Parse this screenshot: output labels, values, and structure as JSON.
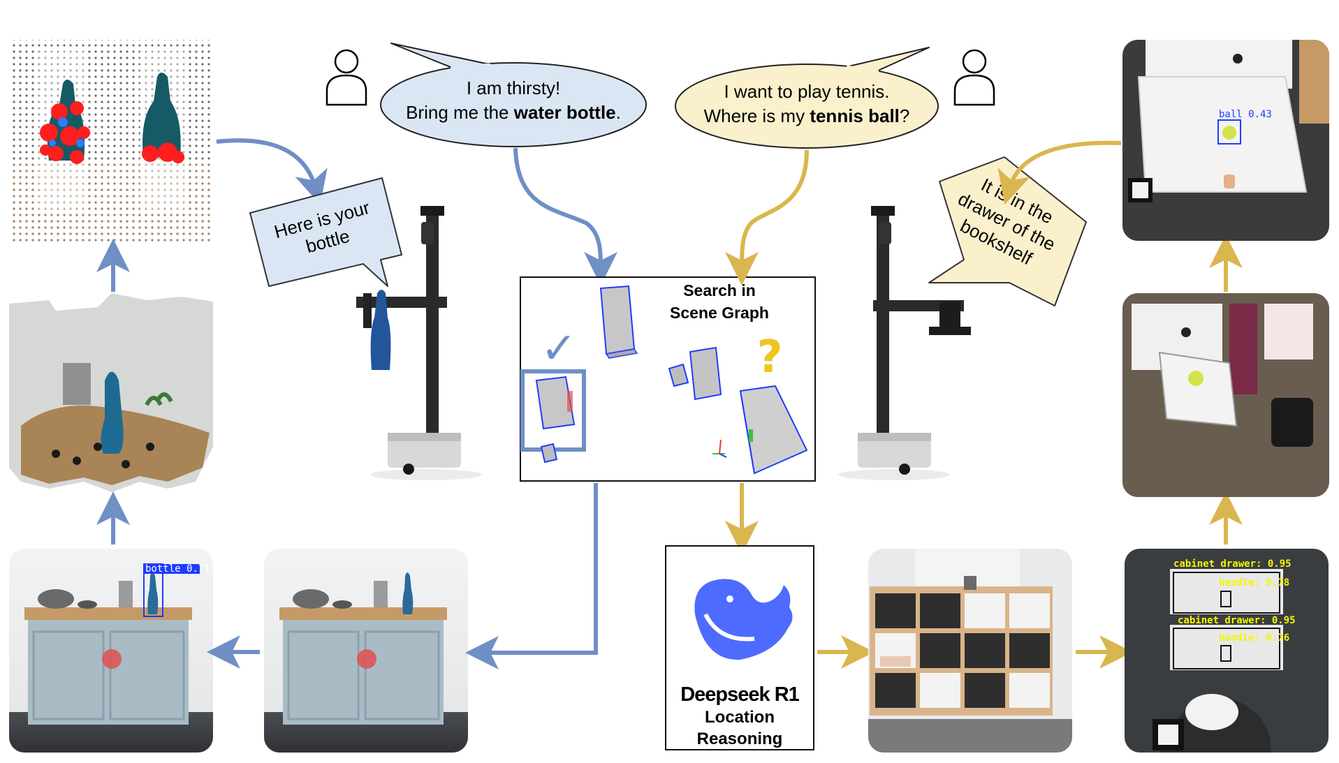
{
  "colors": {
    "blue_arrow": "#6f8fc5",
    "gold_arrow": "#d9b64e",
    "blue_bubble": "#dbe6f5",
    "gold_bubble": "#fbf0cc",
    "detect_box_blue": "#1f3cff",
    "detect_text_yellow": "#f5f500"
  },
  "bubbles": {
    "thirsty": {
      "line1": "I am thirsty!",
      "line2_pre": "Bring me the ",
      "line2_bold": "water bottle",
      "line2_post": "."
    },
    "tennis": {
      "line1": "I want to play tennis.",
      "line2_pre": "Where is my ",
      "line2_bold": "tennis ball",
      "line2_post": "?"
    },
    "here": {
      "line1": "Here is your",
      "line2": "bottle"
    },
    "drawer": {
      "line1": "It is in the",
      "line2": "drawer of the",
      "line3": "bookshelf"
    }
  },
  "scene_graph": {
    "title1": "Search in",
    "title2": "Scene Graph",
    "check_icon": "check-icon",
    "question_icon": "question-icon",
    "question_glyph": "?",
    "check_glyph": "✓"
  },
  "reasoning": {
    "brand": "Deepseek R1",
    "line1": "Location",
    "line2": "Reasoning",
    "logo_icon": "whale-logo-icon"
  },
  "detections": {
    "bottle": "bottle 0.71",
    "ball": "ball 0.43",
    "cabinet1": "cabinet drawer: 0.95",
    "handle1": "handle: 0.78",
    "cabinet2": "cabinet drawer: 0.95",
    "handle2": "handle: 0.76"
  },
  "icons": [
    "person-icon",
    "robot-icon",
    "kitchen-photo",
    "bookshelf-photo",
    "point-cloud",
    "mesh-reconstruction"
  ]
}
